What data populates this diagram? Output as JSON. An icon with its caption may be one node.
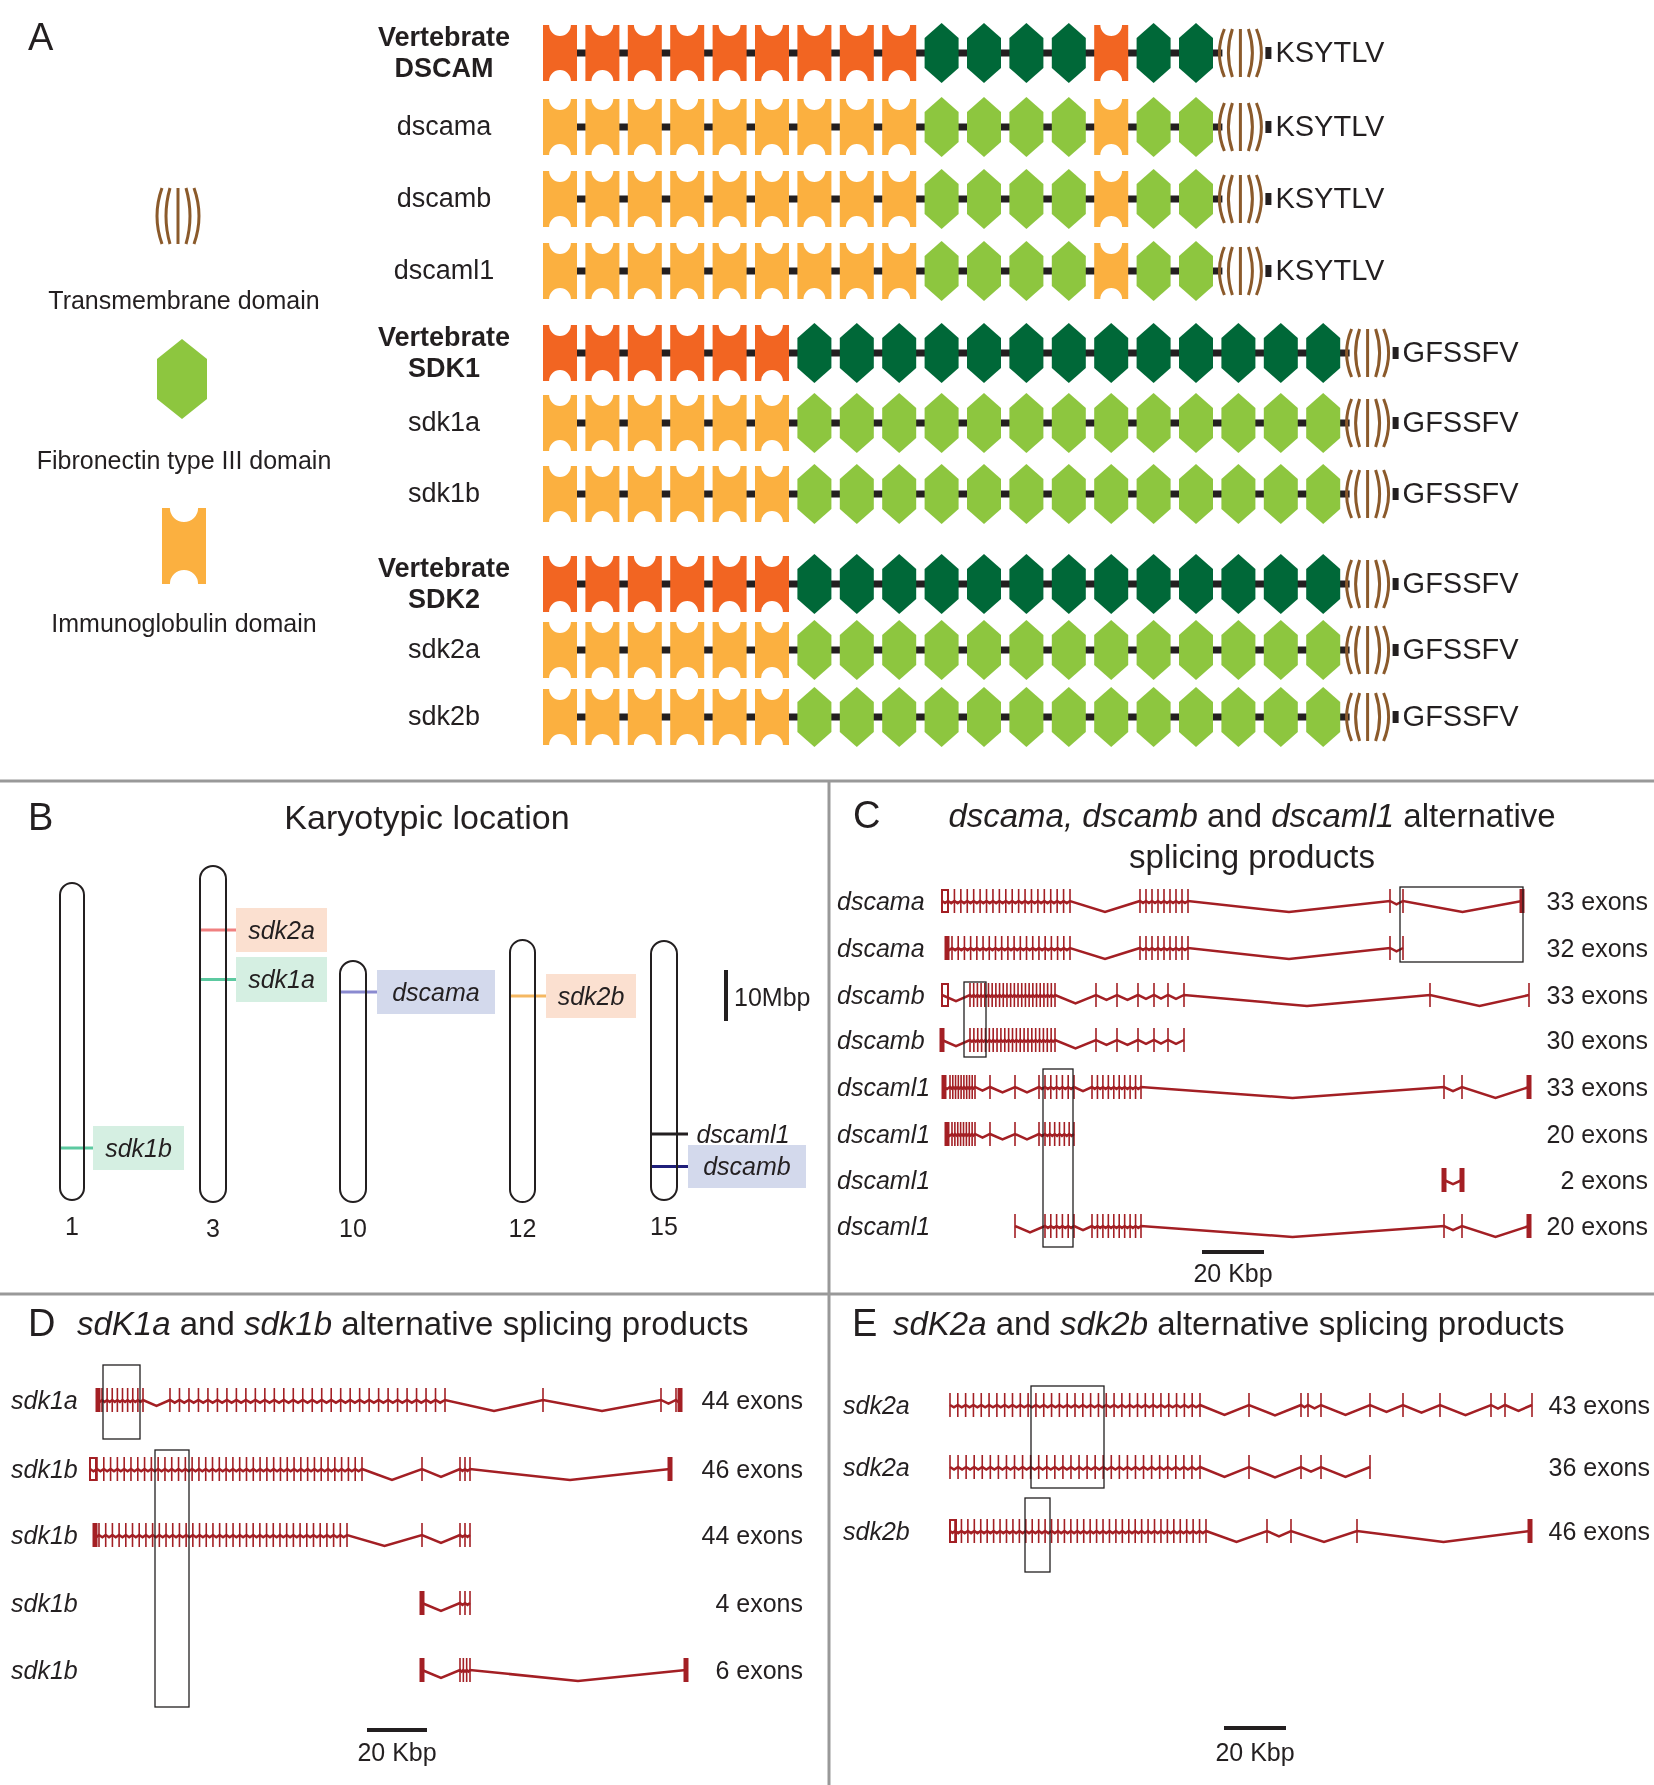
{
  "diagram": {
    "nodes": [
      {
        "text": [],
        "shape": "box",
        "beside": [
          "1"
        ]
      },
      {
        "text": [],
        "shape": "box",
        "beside": [
          "3"
        ]
      },
      {
        "text": [],
        "shape": "box",
        "beside": [
          "10"
        ]
      },
      {
        "text": [],
        "shape": "box",
        "beside": [
          "12"
        ]
      },
      {
        "text": [],
        "shape": "box",
        "beside": [
          "15"
        ]
      },
      {
        "text": [
          "sdk2a"
        ]
      },
      {
        "text": [
          "sdk1a"
        ]
      },
      {
        "text": [
          "dscama"
        ]
      },
      {
        "text": [
          "sdk2b"
        ]
      },
      {
        "text": [
          "dscaml1"
        ]
      },
      {
        "text": [
          "dscamb"
        ]
      },
      {
        "text": [
          "sdk1b"
        ]
      }
    ],
    "edges": [
      {
        "from": 1,
        "to": 5,
        "arrow": "none",
        "color": "#f08080"
      },
      {
        "from": 1,
        "to": 6,
        "arrow": "none",
        "color": "#5cc9a0"
      },
      {
        "from": 2,
        "to": 7,
        "arrow": "none",
        "color": "#8a8ad0"
      },
      {
        "from": 3,
        "to": 8,
        "arrow": "none",
        "color": "#f5b862"
      },
      {
        "from": 4,
        "to": 9,
        "arrow": "none",
        "color": "#231f20"
      },
      {
        "from": 4,
        "to": 10,
        "arrow": "none",
        "color": "#1f1f7a"
      },
      {
        "from": 0,
        "to": 11,
        "arrow": "none",
        "color": "#5cc9a0"
      }
    ],
    "labels": [
      "A",
      "Vertebrate DSCAM",
      "KSYTLV",
      "dscama",
      "KSYTLV",
      "dscamb",
      "KSYTLV",
      "dscaml1",
      "KSYTLV",
      "Vertebrate SDK1",
      "GFSSFV",
      "sdk1a",
      "GFSSFV",
      "sdk1b",
      "GFSSFV",
      "Vertebrate SDK2",
      "GFSSFV",
      "sdk2a",
      "GFSSFV",
      "sdk2b",
      "GFSSFV",
      "B",
      "Karyotypic location",
      "10Mbp",
      "C",
      "*dscama, dscamb* and *dscaml1* alternative splicing products",
      "dscama",
      "33 exons",
      "dscama",
      "32 exons",
      "dscamb",
      "33 exons",
      "dscamb",
      "30 exons",
      "dscaml1",
      "33 exons",
      "dscaml1",
      "20 exons",
      "dscaml1",
      "2 exons",
      "dscaml1",
      "20 exons",
      "20 Kbp",
      "D",
      "*sdK1a* and *sdk1b* alternative splicing products",
      "sdk1a",
      "44 exons",
      "sdk1b",
      "46 exons",
      "sdk1b",
      "44 exons",
      "sdk1b",
      "4 exons",
      "sdk1b",
      "6 exons",
      "20 Kbp",
      "E",
      "*sdK2a* and *sdk2b* alternative splicing products",
      "sdk2a",
      "43 exons",
      "sdk2a",
      "36 exons",
      "sdk2b",
      "46 exons",
      "20 Kbp"
    ],
    "legend": [
      {
        "text": "Transmembrane domain"
      },
      {
        "text": "Fibronectin type III domain"
      },
      {
        "text": "Immunoglobulin domain"
      }
    ]
  }
}
